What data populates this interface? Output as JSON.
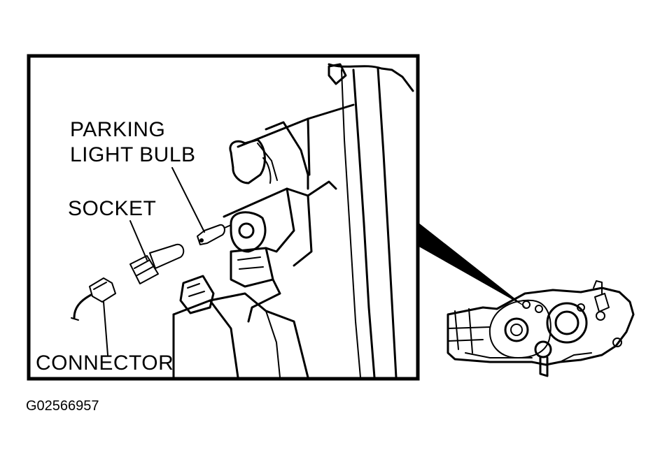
{
  "labels": {
    "parking_light_bulb_line1": "PARKING",
    "parking_light_bulb_line2": "LIGHT BULB",
    "socket": "SOCKET",
    "connector": "CONNECTOR"
  },
  "figure_id": "G02566957"
}
